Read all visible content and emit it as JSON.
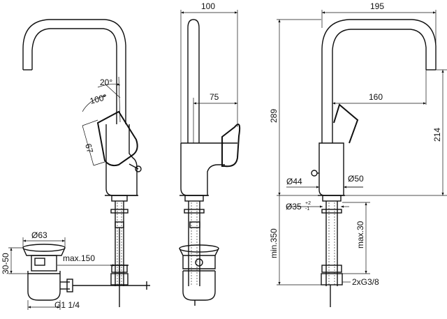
{
  "dimensions": {
    "angle_20": "20°",
    "angle_100": "100°",
    "lever_67": "67",
    "side_width_100": "100",
    "side_reach_75": "75",
    "front_width_195": "195",
    "front_reach_160": "160",
    "height_289": "289",
    "height_214": "214",
    "dia_44": "Ø44",
    "dia_50": "Ø50",
    "dia_35": "Ø35",
    "dia_35_tol_upper": "+2",
    "dia_35_tol_lower": "-1",
    "min_350": "min.350",
    "max_30": "max.30",
    "thread_2xg38": "2xG3/8",
    "waste_dia_63": "Ø63",
    "waste_30_50": "30-50",
    "waste_max_150": "max.150",
    "waste_g1_14": "G1 1/4"
  }
}
